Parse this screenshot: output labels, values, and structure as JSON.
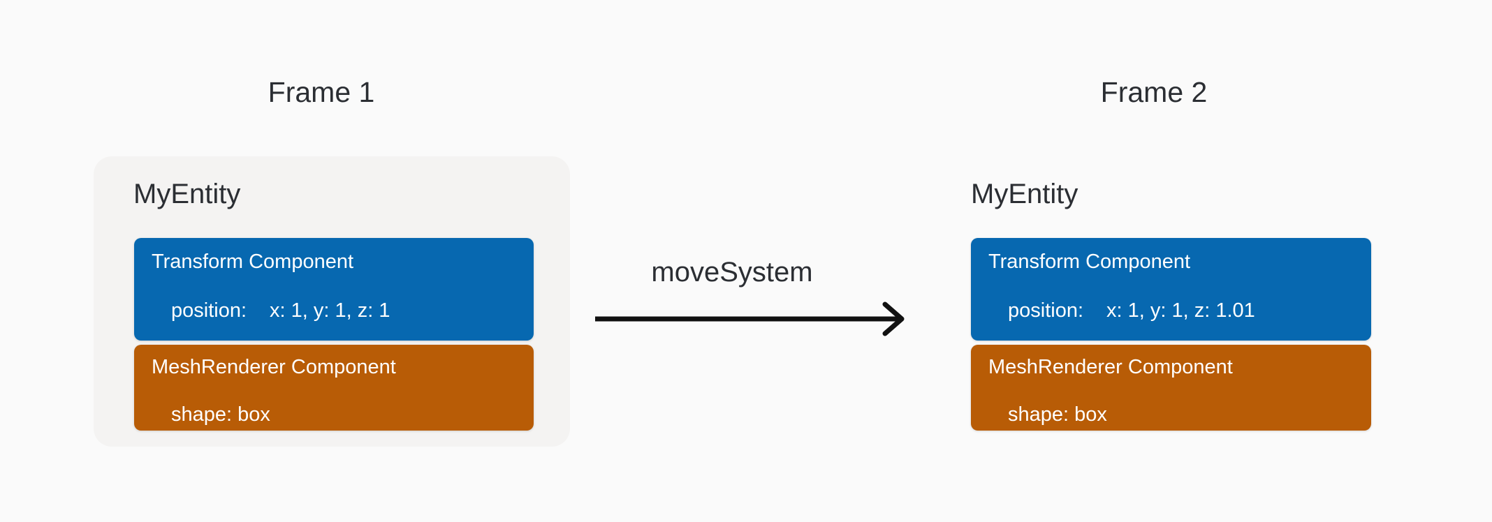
{
  "page": {
    "background": "#fafafa"
  },
  "colors": {
    "entity_card_bg": "#f4f3f2",
    "transform_component_bg": "#0768b0",
    "meshrenderer_component_bg": "#b85c06",
    "heading_text": "#2b2e33",
    "component_text": "#ffffff",
    "arrow": "#111111"
  },
  "frames": [
    {
      "title": "Frame 1",
      "entity": {
        "name": "MyEntity",
        "components": [
          {
            "title": "Transform Component",
            "prop_label": "position:",
            "prop_value": "x: 1, y: 1, z: 1"
          },
          {
            "title": "MeshRenderer Component",
            "prop_label": "shape: box",
            "prop_value": ""
          }
        ]
      }
    },
    {
      "title": "Frame 2",
      "entity": {
        "name": "MyEntity",
        "components": [
          {
            "title": "Transform Component",
            "prop_label": "position:",
            "prop_value": "x: 1, y: 1, z: 1.01"
          },
          {
            "title": "MeshRenderer Component",
            "prop_label": "shape: box",
            "prop_value": ""
          }
        ]
      }
    }
  ],
  "arrow": {
    "label": "moveSystem"
  }
}
